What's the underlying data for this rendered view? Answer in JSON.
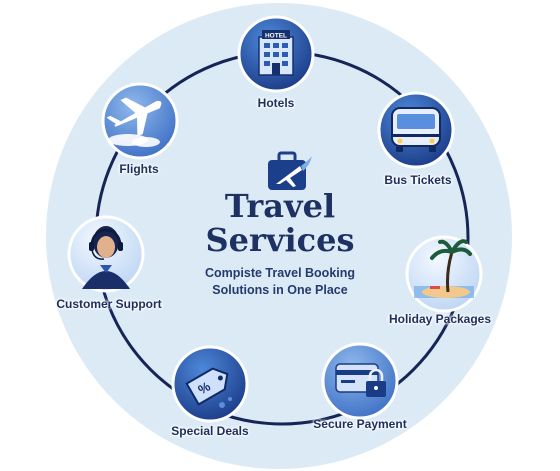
{
  "center": {
    "title_line1": "Travel",
    "title_line2": "Services",
    "subtitle_line1": "Compiste Travel Booking",
    "subtitle_line2": "Solutions in One Place",
    "icon": "suitcase-plane-icon"
  },
  "services": [
    {
      "label": "Hotels",
      "icon": "hotel-icon",
      "sign": "HOTEL"
    },
    {
      "label": "Bus Tickets",
      "icon": "bus-icon"
    },
    {
      "label": "Holiday Packages",
      "icon": "palm-beach-icon"
    },
    {
      "label": "Secure Payment",
      "icon": "card-lock-icon"
    },
    {
      "label": "Special Deals",
      "icon": "tag-percent-icon",
      "sign": "%"
    },
    {
      "label": "Customer Support",
      "icon": "support-agent-icon"
    },
    {
      "label": "Flights",
      "icon": "airplane-icon"
    }
  ],
  "colors": {
    "background_disc": "#dceaf6",
    "ring": "#162556",
    "icon_dark": "#1c3f8c",
    "icon_light": "#3f7fd6",
    "text": "#1f2f5c"
  }
}
